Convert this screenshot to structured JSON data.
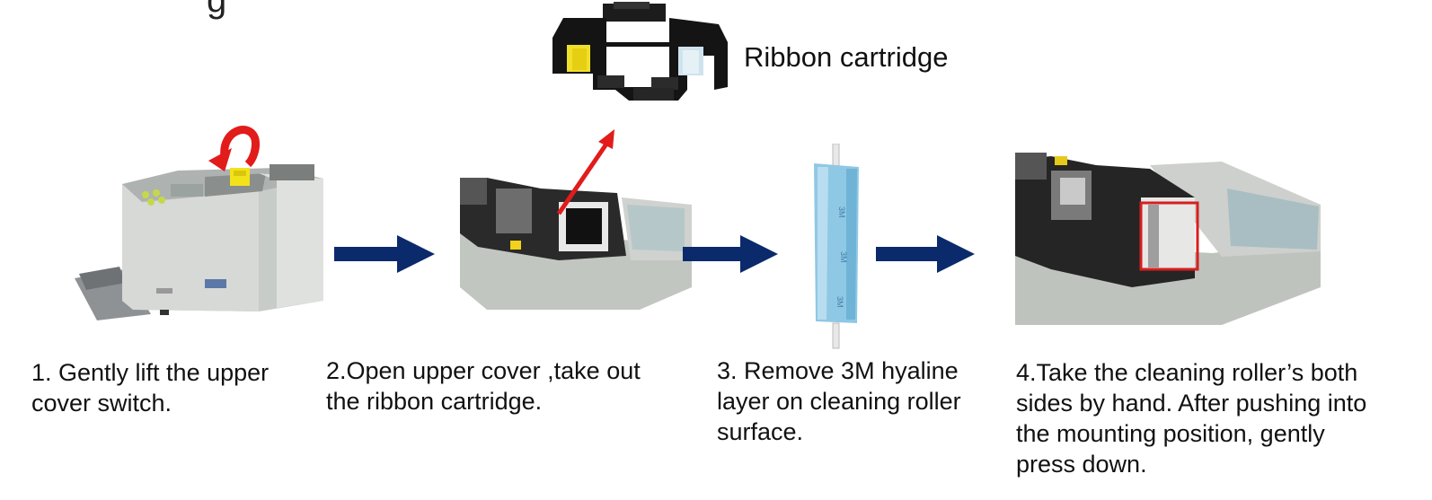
{
  "header": {
    "title_fragment": "g"
  },
  "ribbon": {
    "label": "Ribbon cartridge"
  },
  "steps": [
    {
      "number": "1",
      "text": "1. Gently lift the upper\ncover switch."
    },
    {
      "number": "2",
      "text": "2.Open upper cover ,take out\nthe ribbon cartridge."
    },
    {
      "number": "3",
      "text": "3. Remove 3M hyaline\nlayer on cleaning roller\nsurface."
    },
    {
      "number": "4",
      "text": "4.Take the cleaning roller’s both\nsides by hand. After pushing into\nthe mounting position, gently\npress down."
    }
  ],
  "roller_marking": "3M",
  "colors": {
    "arrow_blue": "#0a2a6b",
    "accent_red": "#e21b1b",
    "printer_body": "#b9bdb8",
    "ribbon_yellow": "#f2e11a",
    "roller_blue": "#8fc8e4",
    "highlight_box": "#d61f1f"
  },
  "icons": [
    "curved-arrow-icon",
    "diagonal-arrow-icon",
    "right-arrow-icon"
  ]
}
